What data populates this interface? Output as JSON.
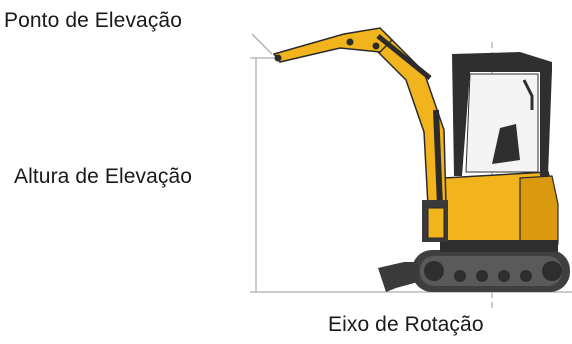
{
  "labels": {
    "lift_point": "Ponto de Elevação",
    "lift_height": "Altura de Elevação",
    "rotation_axis": "Eixo de Rotação"
  },
  "colors": {
    "machine_yellow": "#F2B41C",
    "machine_shade": "#D99A10",
    "dark": "#2b2b2b",
    "track": "#4a4a4a",
    "dimension_line": "#9a9a9a"
  }
}
